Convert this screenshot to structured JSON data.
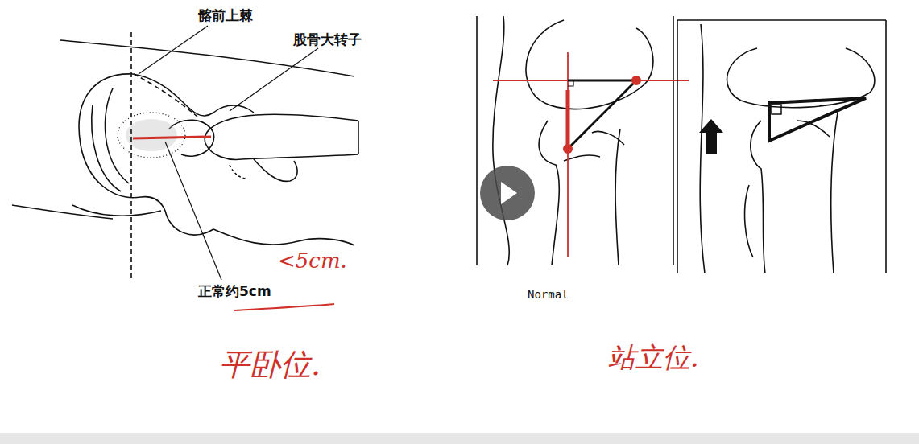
{
  "diagram": {
    "labels": [
      "髂前上棘",
      "股骨大转子",
      "正常约5cm",
      "<5cm.",
      "平卧位.",
      "Normal",
      "站立位."
    ]
  }
}
